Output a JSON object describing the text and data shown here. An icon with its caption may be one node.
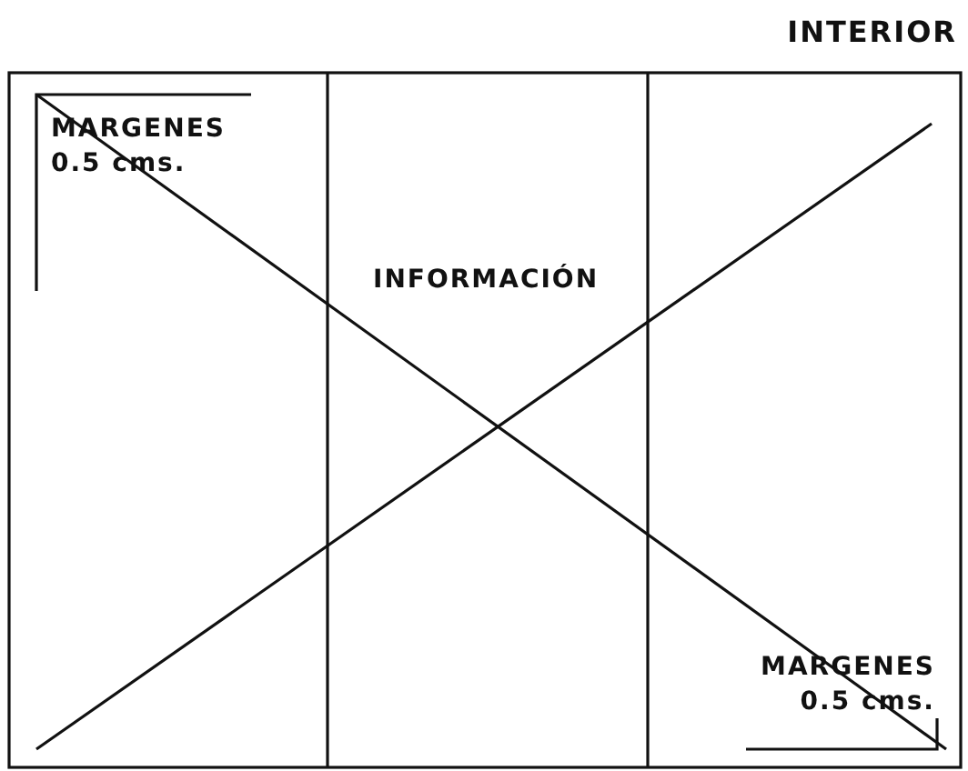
{
  "diagram": {
    "title": "INTERIOR",
    "labels": [
      "MARGENES 0.5 cms.",
      "INFORMACIÓN",
      "MARGENES 0.5 cms."
    ]
  }
}
